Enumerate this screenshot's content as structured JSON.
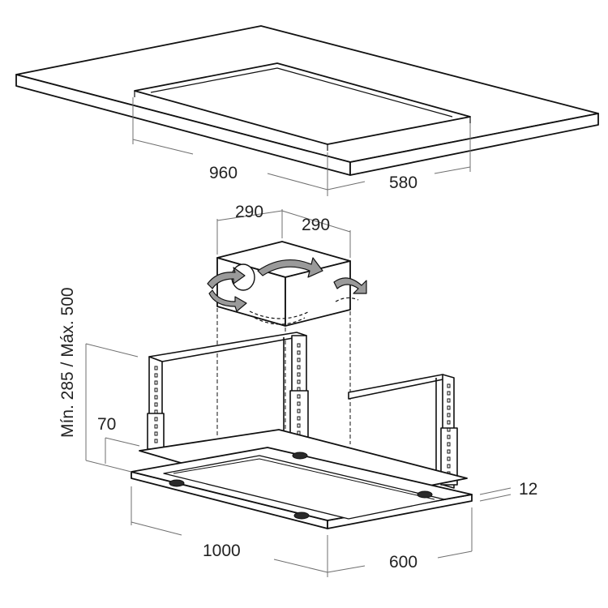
{
  "colors": {
    "background": "#ffffff",
    "line": "#111111",
    "dimension_line": "#6f6f6f",
    "text": "#222222",
    "arrow_fill": "#9a9a9a",
    "led_fill": "#2a2a2a"
  },
  "ceiling_cutout": {
    "width": "960",
    "depth": "580"
  },
  "duct": {
    "width_left": "290",
    "width_right": "290"
  },
  "height_range": "Mín. 285 / Máx. 500",
  "canopy": {
    "height": "70",
    "thickness": "12",
    "width": "1000",
    "depth": "600"
  },
  "icons": {
    "airflow": "rotate-arrow-icon"
  }
}
